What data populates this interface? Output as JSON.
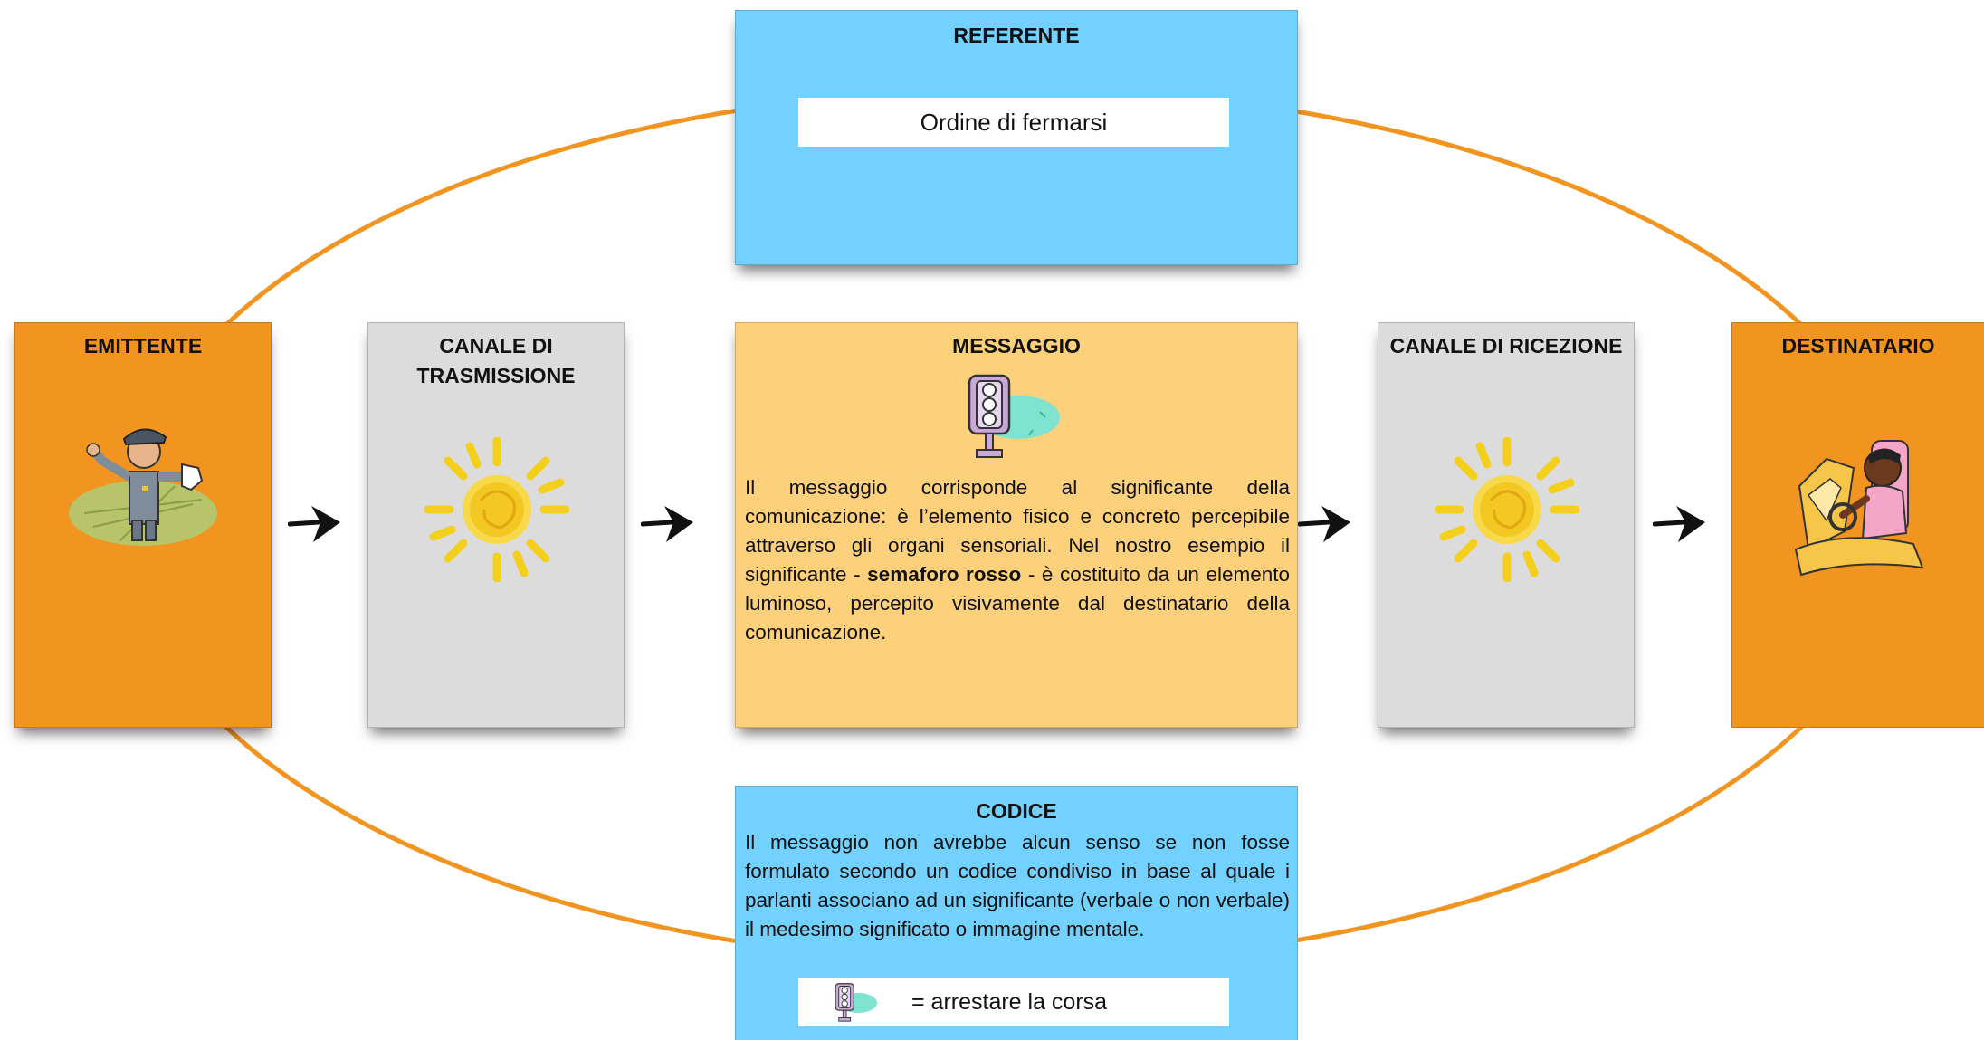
{
  "referente": {
    "title": "REFERENTE",
    "content": "Ordine di fermarsi"
  },
  "emittente": {
    "title": "EMITTENTE",
    "illustration": "traffic-policeman-icon"
  },
  "canale_trasmissione": {
    "title_line1": "CANALE DI",
    "title_line2": "TRASMISSIONE",
    "illustration": "sun-icon"
  },
  "messaggio": {
    "title": "MESSAGGIO",
    "illustration": "traffic-light-icon",
    "text_before": "Il messaggio corrisponde al significante della comunicazione: è l’elemento fisico e concreto percepibile attraverso gli organi sensoriali. Nel nostro esempio il significante - ",
    "text_bold": "semaforo rosso",
    "text_after": " - è costituito da un elemento luminoso, percepito visivamente dal destinatario  della comunicazione."
  },
  "canale_ricezione": {
    "title": "CANALE DI RICEZIONE",
    "illustration": "sun-icon"
  },
  "destinatario": {
    "title": "DESTINATARIO",
    "illustration": "woman-driver-icon"
  },
  "codice": {
    "title": "CODICE",
    "text": "Il messaggio non avrebbe alcun senso se non fosse formulato secondo un codice condiviso in base al quale i parlanti associano ad un significante (verbale o non verbale) il medesimo significato o immagine mentale.",
    "legend_text": "= arrestare la corsa",
    "legend_icon": "traffic-light-icon"
  },
  "colors": {
    "ellipse": "#f29420",
    "referente_bg": "#73d1ff",
    "emittente_bg": "#f29420",
    "canale_bg": "#dcdcdc",
    "messaggio_bg": "#fdd17b",
    "codice_bg": "#73d1ff"
  }
}
